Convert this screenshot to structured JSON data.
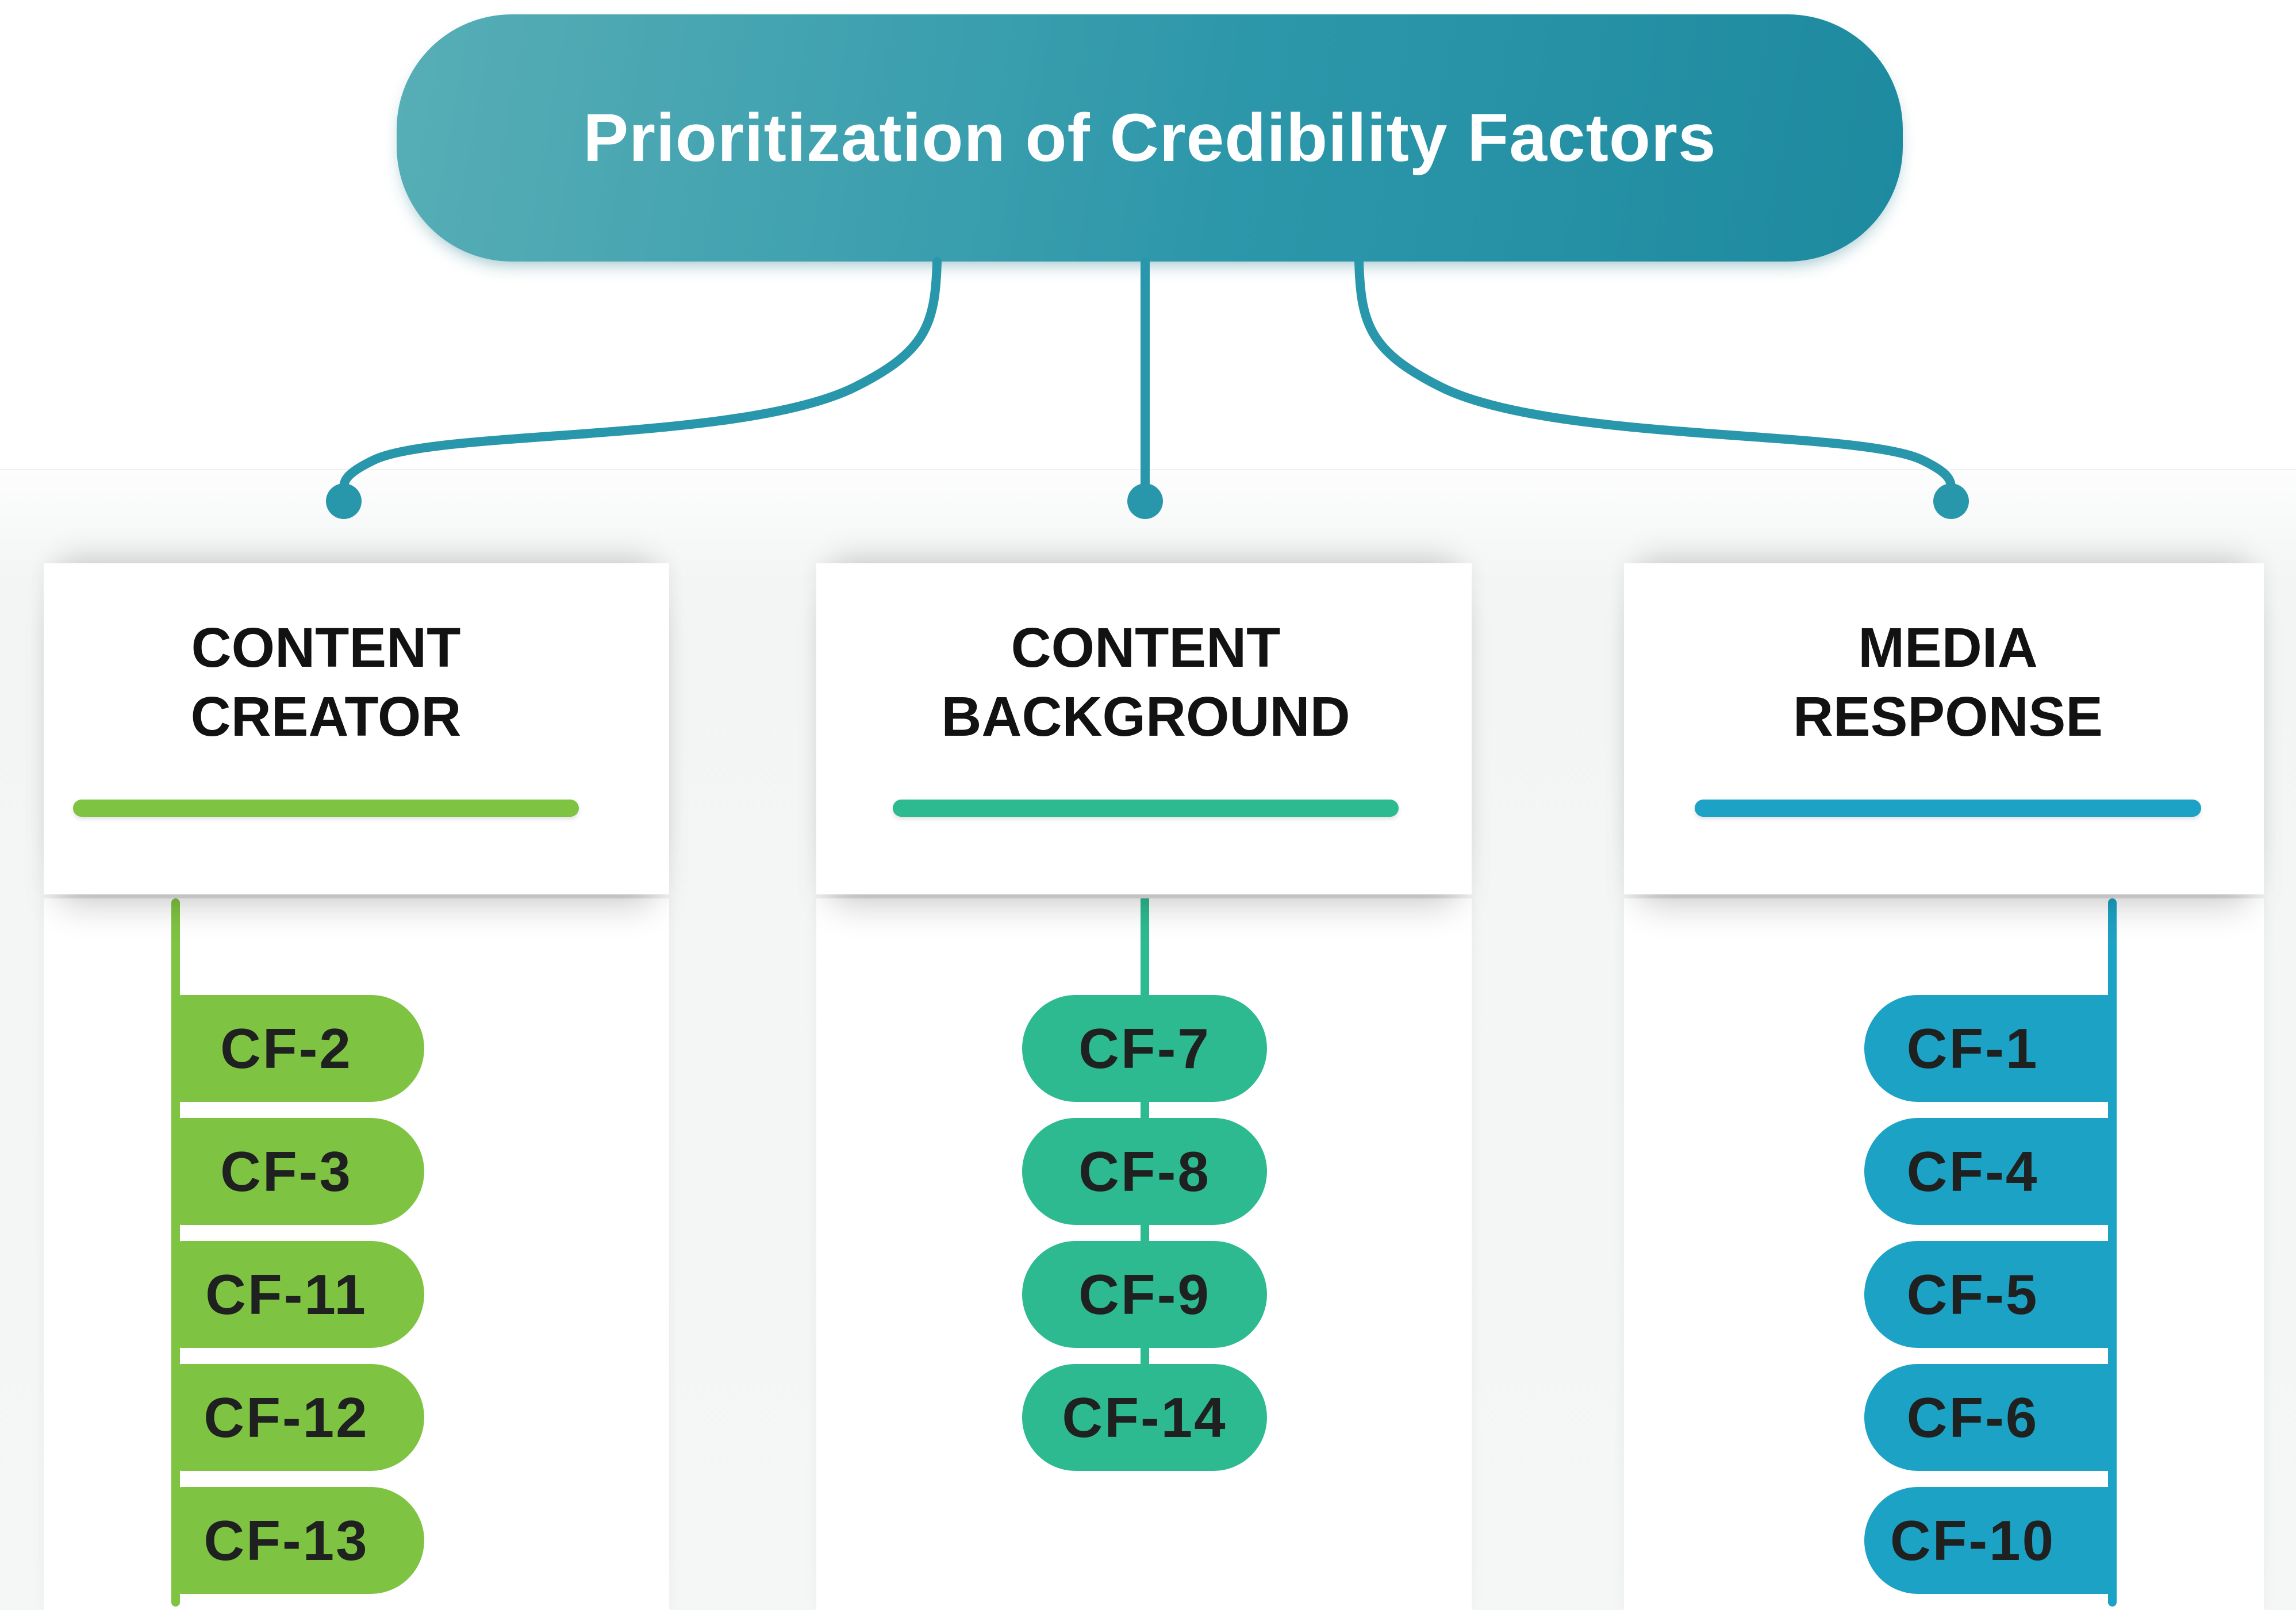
{
  "banner": {
    "title": "Prioritization of Credibility Factors"
  },
  "colors": {
    "banner_gradient_start": "#57aeb6",
    "banner_gradient_mid": "#2d97aa",
    "banner_gradient_end": "#1e8a9f",
    "connector": "#2997ab"
  },
  "columns": [
    {
      "name": "Content Creator",
      "title_lines": [
        "CONTENT",
        "CREATOR"
      ],
      "accent": "#7fc342",
      "factors": [
        "CF-2",
        "CF-3",
        "CF-11",
        "CF-12",
        "CF-13"
      ]
    },
    {
      "name": "Content Background",
      "title_lines": [
        "CONTENT",
        "BACKGROUND"
      ],
      "accent": "#2dba90",
      "factors": [
        "CF-7",
        "CF-8",
        "CF-9",
        "CF-14"
      ]
    },
    {
      "name": "Media Response",
      "title_lines": [
        "MEDIA",
        "RESPONSE"
      ],
      "accent": "#1ca2c4",
      "factors": [
        "CF-1",
        "CF-4",
        "CF-5",
        "CF-6",
        "CF-10"
      ]
    }
  ]
}
